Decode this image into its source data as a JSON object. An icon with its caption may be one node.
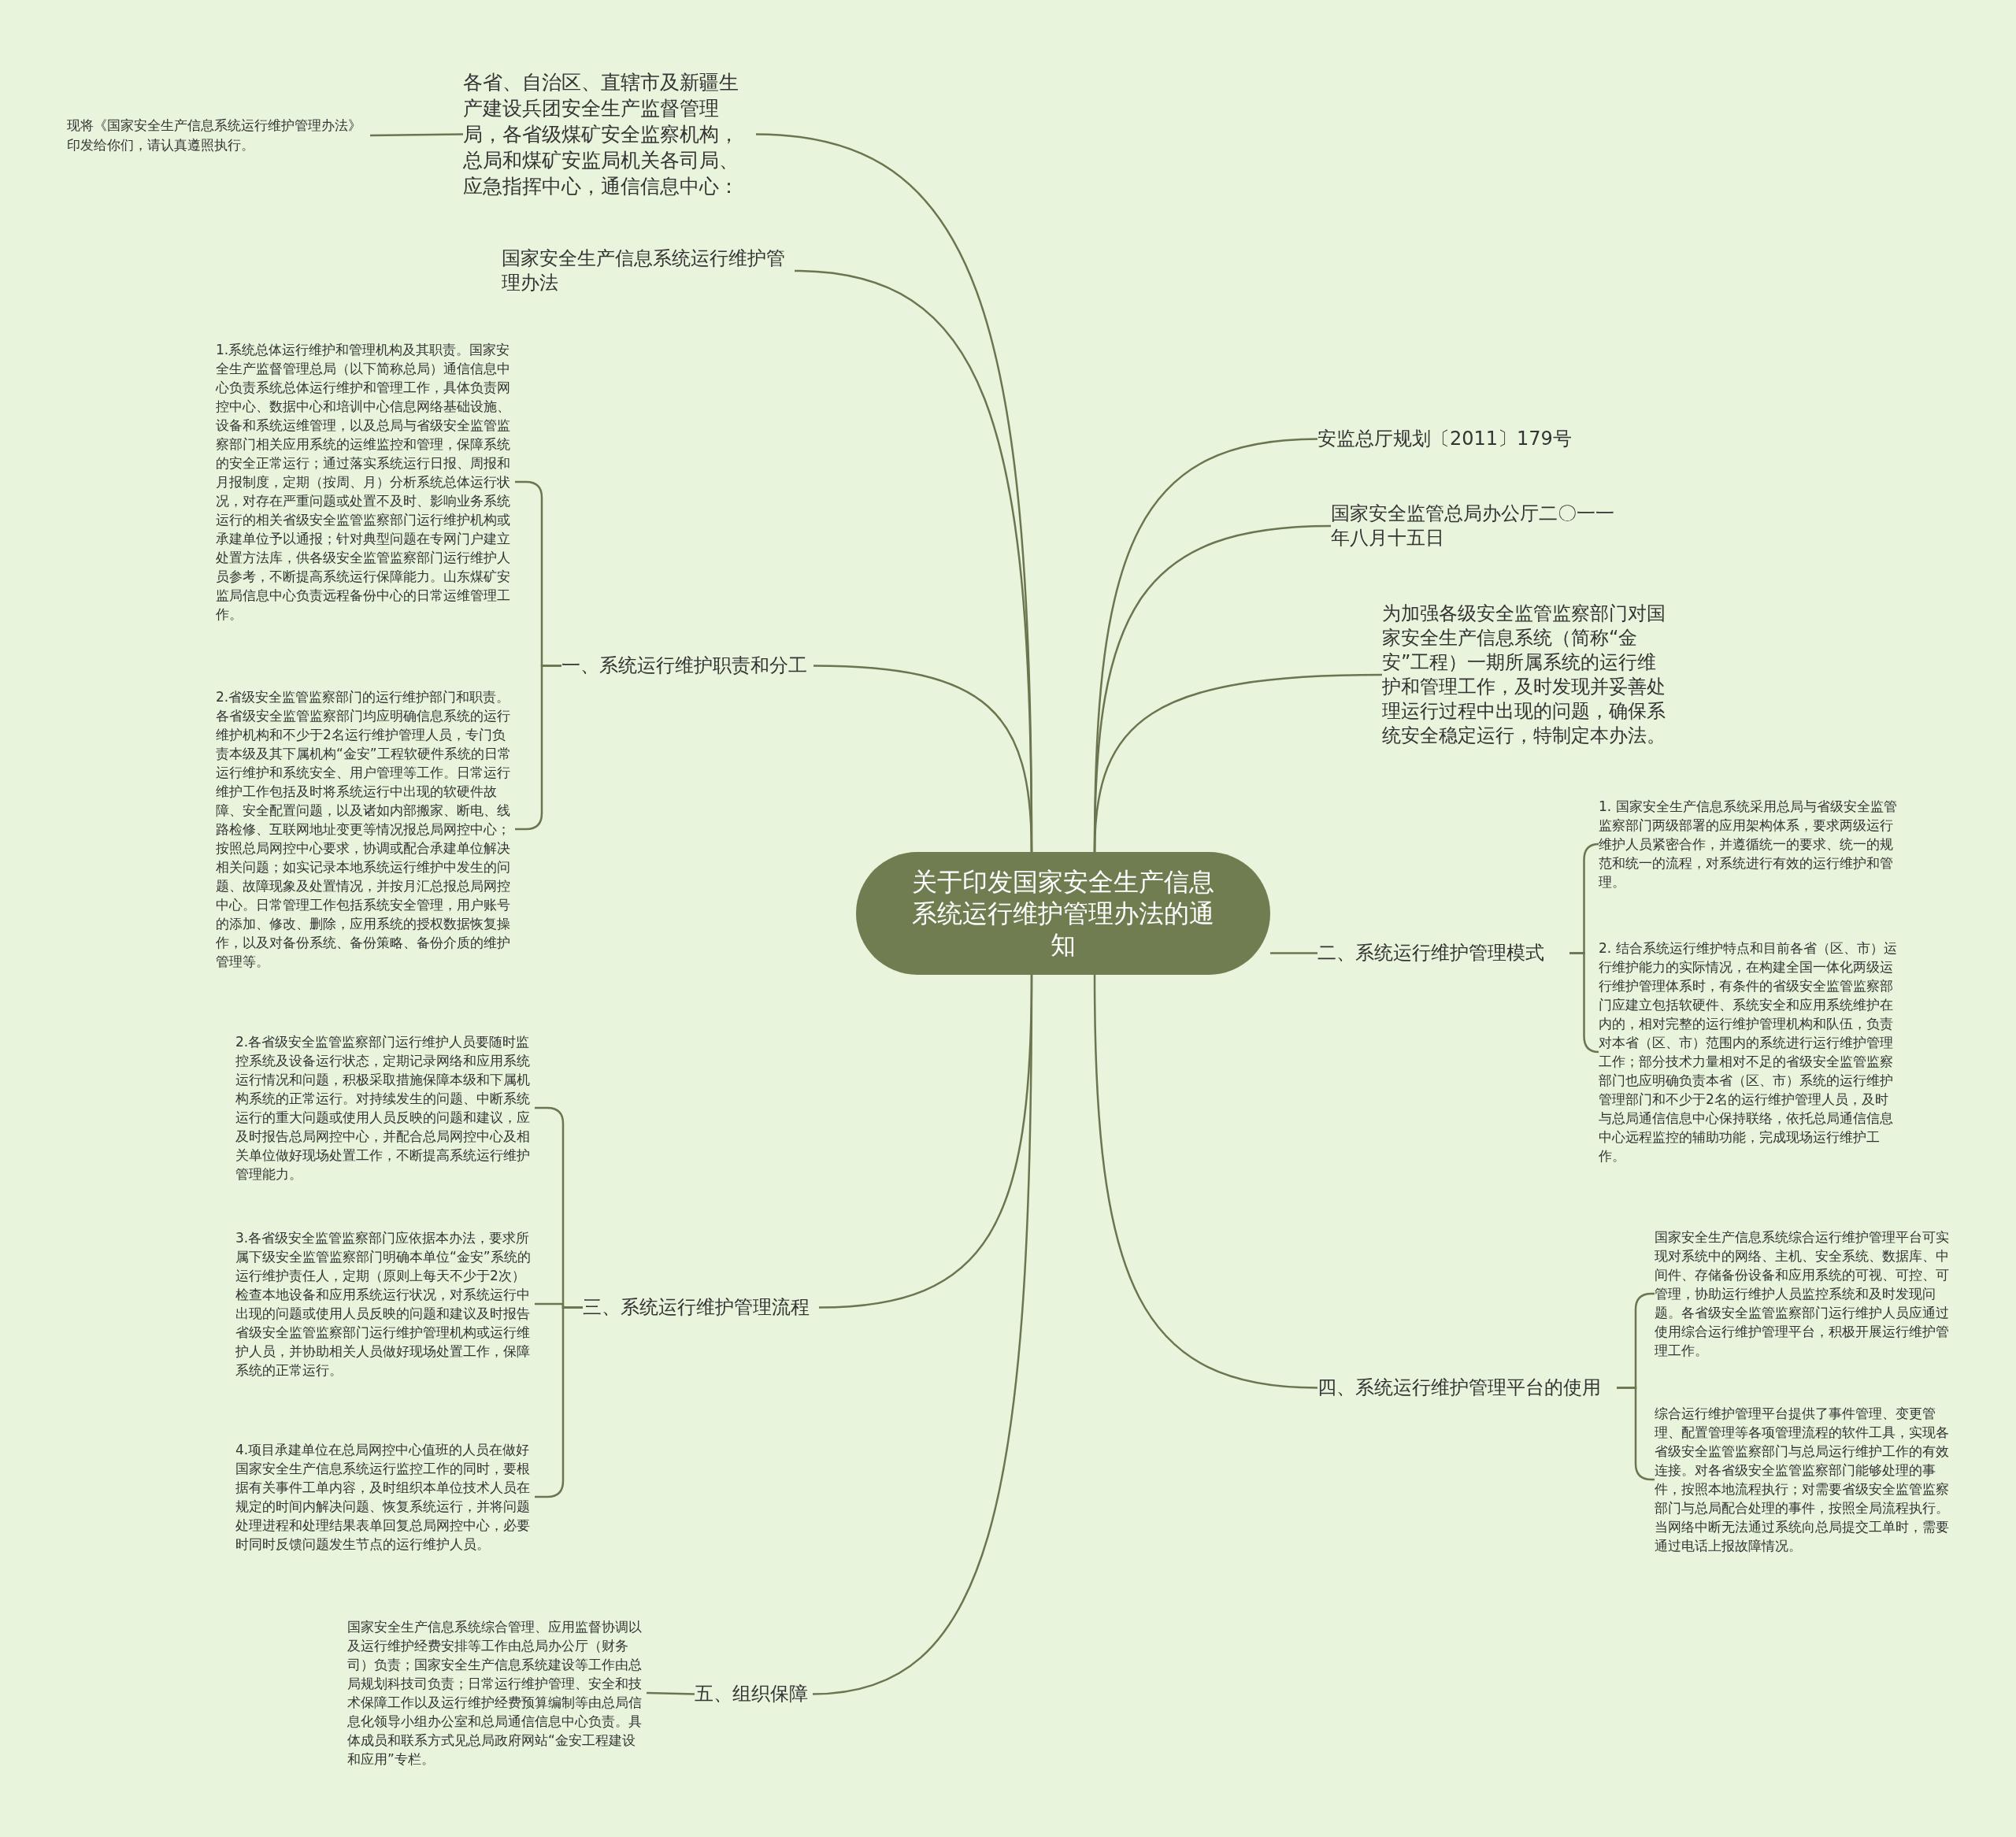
{
  "diagram": {
    "nodes": [
      {
        "text": [
          "关于印发国家安全生产信息系统运行维护管理办法的通知"
        ]
      },
      {
        "text": [
          "各省、自治区、直辖市及新疆生产建设兵团安全生产监督管理局，各省级煤矿安全监察机构，总局和煤矿安监局机关各司局、应急指挥中心，通信信息中心："
        ]
      },
      {
        "text": [
          "现将《国家安全生产信息系统运行维护管理办法》印发给你们，请认真遵照执行。"
        ]
      },
      {
        "text": [
          "国家安全生产信息系统运行维护管理办法"
        ]
      },
      {
        "text": [
          "一、系统运行维护职责和分工"
        ]
      },
      {
        "text": [
          "1.系统总体运行维护和管理机构及其职责。国家安全生产监督管理总局（以下简称总局）通信信息中心负责系统总体运行维护和管理工作，具体负责网控中心、数据中心和培训中心信息网络基础设施、设备和系统运维管理，以及总局与省级安全监管监察部门相关应用系统的运维监控和管理，保障系统的安全正常运行；通过落实系统运行日报、周报和月报制度，定期（按周、月）分析系统总体运行状况，对存在严重问题或处置不及时、影响业务系统运行的相关省级安全监管监察部门运行维护机构或承建单位予以通报；针对典型问题在专网门户建立处置方法库，供各级安全监管监察部门运行维护人员参考，不断提高系统运行保障能力。山东煤矿安监局信息中心负责远程备份中心的日常运维管理工作。"
        ]
      },
      {
        "text": [
          "2.省级安全监管监察部门的运行维护部门和职责。各省级安全监管监察部门均应明确信息系统的运行维护机构和不少于2名运行维护管理人员，专门负责本级及其下属机构“金安”工程软硬件系统的日常运行维护和系统安全、用户管理等工作。日常运行维护工作包括及时将系统运行中出现的软硬件故障、安全配置问题，以及诸如内部搬家、断电、线路检修、互联网地址变更等情况报总局网控中心；按照总局网控中心要求，协调或配合承建单位解决相关问题；如实记录本地系统运行维护中发生的问题、故障现象及处置情况，并按月汇总报总局网控中心。日常管理工作包括系统安全管理，用户账号的添加、修改、删除，应用系统的授权数据恢复操作，以及对备份系统、备份策略、备份介质的维护管理等。"
        ]
      },
      {
        "text": [
          "三、系统运行维护管理流程"
        ]
      },
      {
        "text": [
          "2.各省级安全监管监察部门运行维护人员要随时监控系统及设备运行状态，定期记录网络和应用系统运行情况和问题，积极采取措施保障本级和下属机构系统的正常运行。对持续发生的问题、中断系统运行的重大问题或使用人员反映的问题和建议，应及时报告总局网控中心，并配合总局网控中心及相关单位做好现场处置工作，不断提高系统运行维护管理能力。"
        ]
      },
      {
        "text": [
          "3.各省级安全监管监察部门应依据本办法，要求所属下级安全监管监察部门明确本单位“金安”系统的运行维护责任人，定期（原则上每天不少于2次）检查本地设备和应用系统运行状况，对系统运行中出现的问题或使用人员反映的问题和建议及时报告省级安全监管监察部门运行维护管理机构或运行维护人员，并协助相关人员做好现场处置工作，保障系统的正常运行。"
        ]
      },
      {
        "text": [
          "4.项目承建单位在总局网控中心值班的人员在做好国家安全生产信息系统运行监控工作的同时，要根据有关事件工单内容，及时组织本单位技术人员在规定的时间内解决问题、恢复系统运行，并将问题处理进程和处理结果表单回复总局网控中心，必要时同时反馈问题发生节点的运行维护人员。"
        ]
      },
      {
        "text": [
          "五、组织保障"
        ]
      },
      {
        "text": [
          "国家安全生产信息系统综合管理、应用监督协调以及运行维护经费安排等工作由总局办公厅（财务司）负责；国家安全生产信息系统建设等工作由总局规划科技司负责；日常运行维护管理、安全和技术保障工作以及运行维护经费预算编制等由总局信息化领导小组办公室和总局通信信息中心负责。具体成员和联系方式见总局政府网站“金安工程建设和应用”专栏。"
        ]
      },
      {
        "text": [
          "安监总厅规划〔2011〕179号"
        ]
      },
      {
        "text": [
          "国家安全监管总局办公厅二〇一一年八月十五日"
        ]
      },
      {
        "text": [
          "为加强各级安全监管监察部门对国家安全生产信息系统（简称“金安”工程）一期所属系统的运行维护和管理工作，及时发现并妥善处理运行过程中出现的问题，确保系统安全稳定运行，特制定本办法。"
        ]
      },
      {
        "text": [
          "二、系统运行维护管理模式"
        ]
      },
      {
        "text": [
          "1. 国家安全生产信息系统采用总局与省级安全监管监察部门两级部署的应用架构体系，要求两级运行维护人员紧密合作，并遵循统一的要求、统一的规范和统一的流程，对系统进行有效的运行维护和管理。"
        ]
      },
      {
        "text": [
          "2. 结合系统运行维护特点和目前各省（区、市）运行维护能力的实际情况，在构建全国一体化两级运行维护管理体系时，有条件的省级安全监管监察部门应建立包括软硬件、系统安全和应用系统维护在内的，相对完整的运行维护管理机构和队伍，负责对本省（区、市）范围内的系统进行运行维护管理工作；部分技术力量相对不足的省级安全监管监察部门也应明确负责本省（区、市）系统的运行维护管理部门和不少于2名的运行维护管理人员，及时与总局通信信息中心保持联络，依托总局通信信息中心远程监控的辅助功能，完成现场运行维护工作。"
        ]
      },
      {
        "text": [
          "四、系统运行维护管理平台的使用"
        ]
      },
      {
        "text": [
          "国家安全生产信息系统综合运行维护管理平台可实现对系统中的网络、主机、安全系统、数据库、中间件、存储备份设备和应用系统的可视、可控、可管理，协助运行维护人员监控系统和及时发现问题。各省级安全监管监察部门运行维护人员应通过使用综合运行维护管理平台，积极开展运行维护管理工作。"
        ]
      },
      {
        "text": [
          "综合运行维护管理平台提供了事件管理、变更管理、配置管理等各项管理流程的软件工具，实现各省级安全监管监察部门与总局运行维护工作的有效连接。对各省级安全监管监察部门能够处理的事件，按照本地流程执行；对需要省级安全监管监察部门与总局配合处理的事件，按照全局流程执行。当网络中断无法通过系统向总局提交工单时，需要通过电话上报故障情况。"
        ]
      }
    ],
    "edges": [
      {
        "from": 0,
        "to": 1,
        "arrow": "none"
      },
      {
        "from": 1,
        "to": 2,
        "arrow": "none"
      },
      {
        "from": 0,
        "to": 3,
        "arrow": "none"
      },
      {
        "from": 0,
        "to": 4,
        "arrow": "none"
      },
      {
        "from": 4,
        "to": 5,
        "arrow": "none"
      },
      {
        "from": 4,
        "to": 6,
        "arrow": "none"
      },
      {
        "from": 0,
        "to": 7,
        "arrow": "none"
      },
      {
        "from": 7,
        "to": 8,
        "arrow": "none"
      },
      {
        "from": 7,
        "to": 9,
        "arrow": "none"
      },
      {
        "from": 7,
        "to": 10,
        "arrow": "none"
      },
      {
        "from": 0,
        "to": 11,
        "arrow": "none"
      },
      {
        "from": 11,
        "to": 12,
        "arrow": "none"
      },
      {
        "from": 0,
        "to": 13,
        "arrow": "none"
      },
      {
        "from": 0,
        "to": 14,
        "arrow": "none"
      },
      {
        "from": 0,
        "to": 15,
        "arrow": "none"
      },
      {
        "from": 0,
        "to": 16,
        "arrow": "none"
      },
      {
        "from": 16,
        "to": 17,
        "arrow": "none"
      },
      {
        "from": 16,
        "to": 18,
        "arrow": "none"
      },
      {
        "from": 0,
        "to": 19,
        "arrow": "none"
      },
      {
        "from": 19,
        "to": 20,
        "arrow": "none"
      },
      {
        "from": 19,
        "to": 21,
        "arrow": "none"
      }
    ]
  }
}
